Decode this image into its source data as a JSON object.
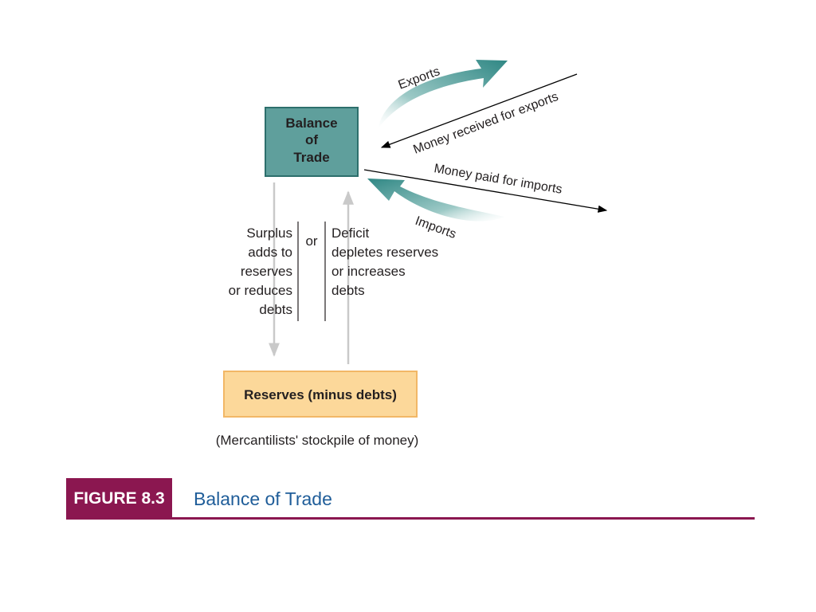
{
  "nodes": {
    "balance_of_trade": {
      "lines": [
        "Balance",
        "of",
        "Trade"
      ],
      "fill": "#5f9f9c",
      "stroke": "#2d6f6c"
    },
    "reserves": {
      "label": "Reserves (minus debts)",
      "fill": "#fcd89a",
      "stroke": "#f2b766"
    }
  },
  "flows": {
    "exports": "Exports",
    "money_received": "Money received for exports",
    "money_paid": "Money paid for imports",
    "imports": "Imports",
    "arrow_color": "#3d8f8c"
  },
  "notes": {
    "surplus": [
      "Surplus",
      "adds to",
      "reserves",
      "or reduces",
      "debts"
    ],
    "or": "or",
    "deficit": [
      "Deficit",
      "depletes reserves",
      "or increases",
      "debts"
    ]
  },
  "reserves_caption": "(Mercantilists' stockpile of money)",
  "figure": {
    "tag": "FIGURE 8.3",
    "title": "Balance of Trade",
    "tag_color": "#8b1750",
    "title_color": "#1f5d99"
  }
}
